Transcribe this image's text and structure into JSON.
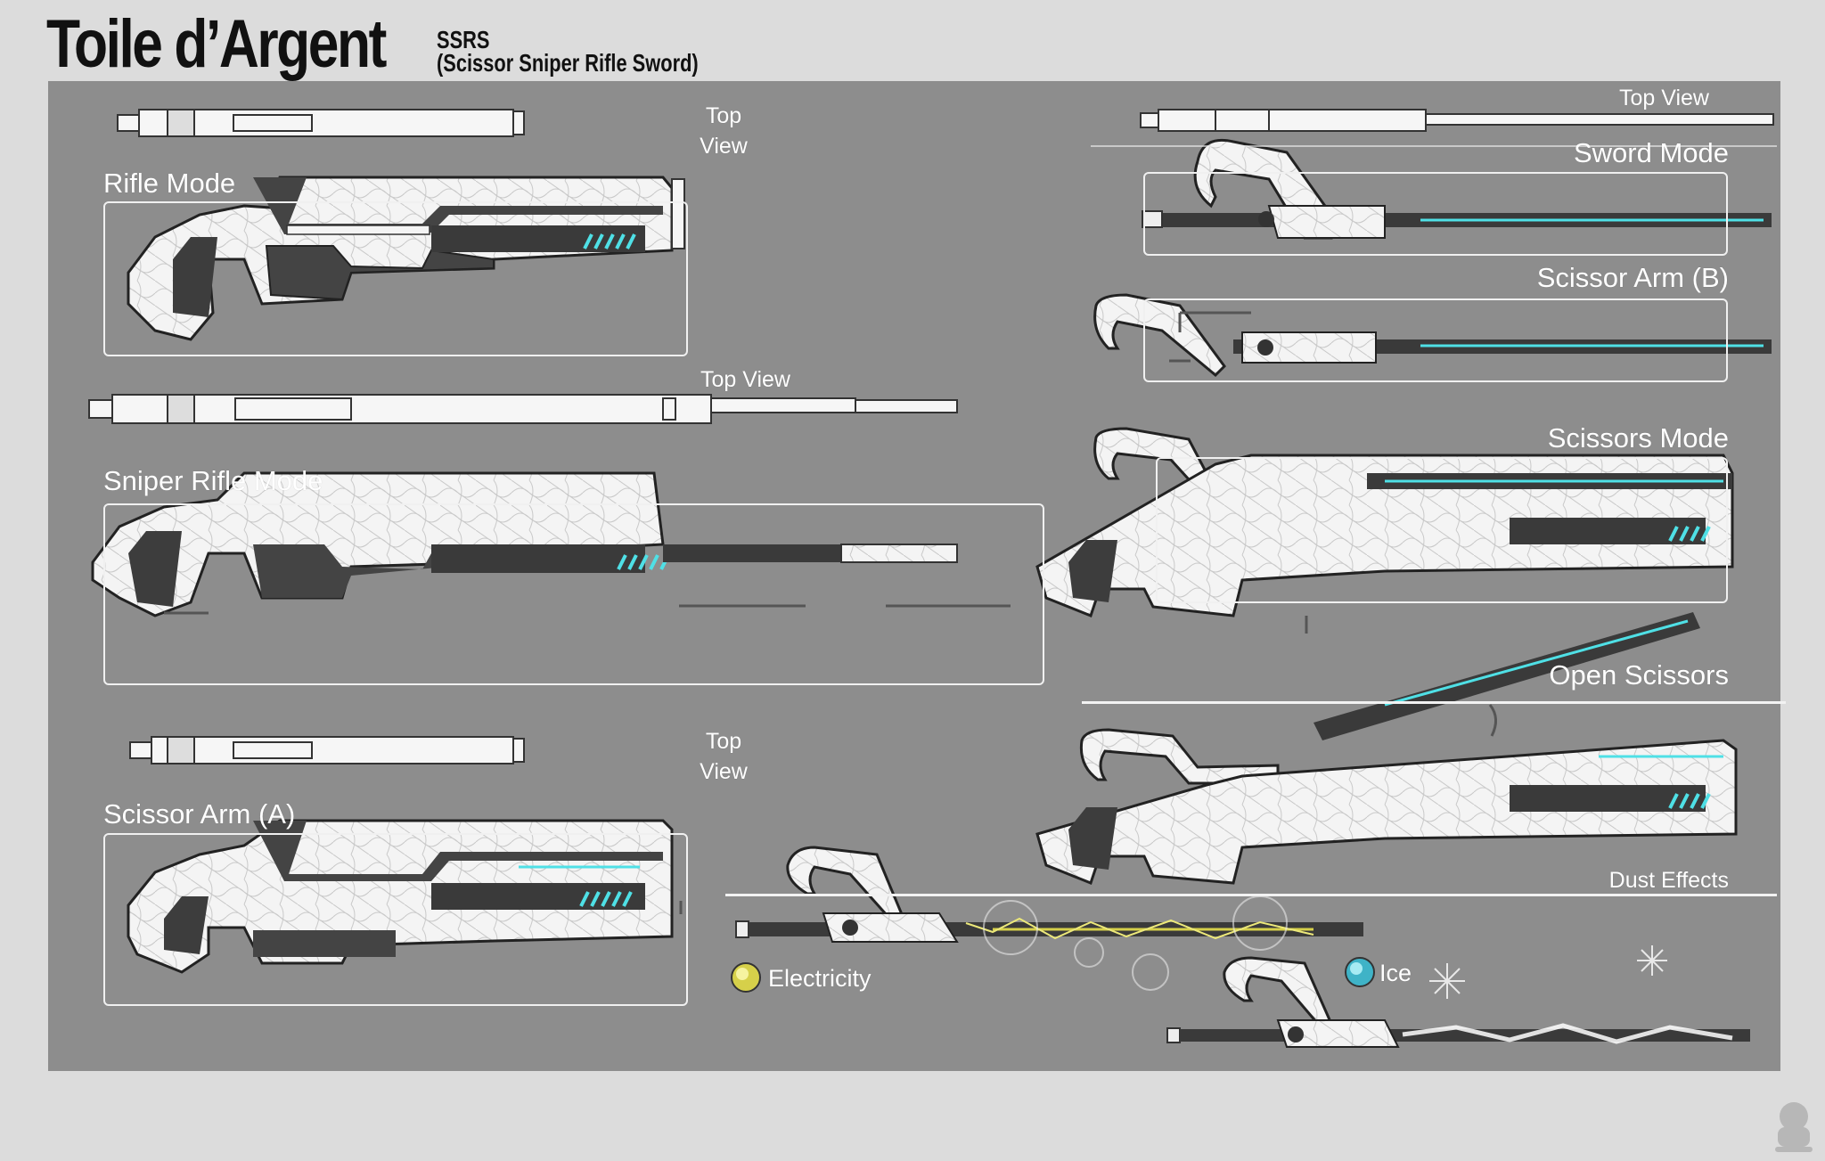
{
  "title": {
    "main": "Toile d’Argent",
    "acronym": "SSRS",
    "full_name": "(Scissor Sniper Rifle Sword)"
  },
  "left_column": {
    "top_view_1": {
      "line1": "Top",
      "line2": "View"
    },
    "rifle_mode": "Rifle Mode",
    "top_view_2": "Top View",
    "sniper_rifle_mode": "Sniper Rifle Mode",
    "top_view_3": {
      "line1": "Top",
      "line2": "View"
    },
    "scissor_arm_a": "Scissor Arm (A)"
  },
  "right_column": {
    "top_view": "Top View",
    "sword_mode": "Sword Mode",
    "scissor_arm_b": "Scissor Arm (B)",
    "scissors_mode": "Scissors Mode",
    "open_scissors": "Open Scissors",
    "dust_effects": "Dust Effects"
  },
  "dust": {
    "electricity": "Electricity",
    "ice": "Ice"
  },
  "colors": {
    "background": "#dcdcdc",
    "panel": "#8d8d8d",
    "weapon_white": "#f4f4f4",
    "weapon_dark": "#444444",
    "accent_cyan": "#4fe0e6",
    "electric_yellow": "#d6d04a",
    "ice_blue": "#3fb3c7"
  }
}
